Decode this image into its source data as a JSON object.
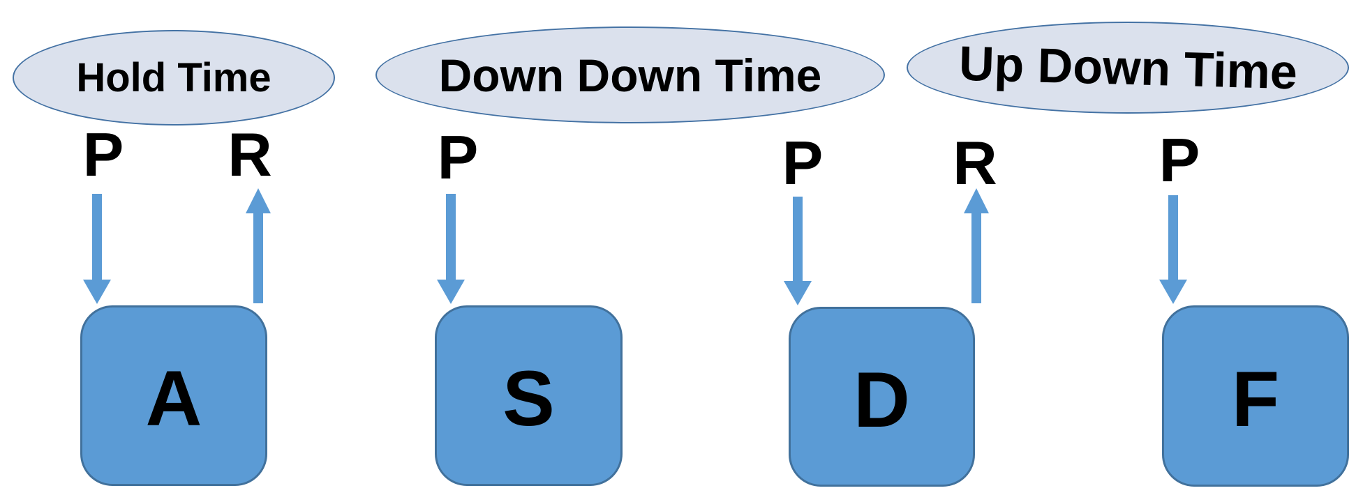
{
  "ellipses": [
    {
      "name": "hold-time",
      "label": "Hold Time"
    },
    {
      "name": "down-down-time",
      "label": "Down Down Time"
    },
    {
      "name": "up-down-time",
      "label": "Up Down Time"
    }
  ],
  "keys": [
    {
      "name": "key-a",
      "label": "A"
    },
    {
      "name": "key-s",
      "label": "S"
    },
    {
      "name": "key-d",
      "label": "D"
    },
    {
      "name": "key-f",
      "label": "F"
    }
  ],
  "markers": [
    {
      "type": "press",
      "label": "P",
      "key": "A"
    },
    {
      "type": "release",
      "label": "R",
      "key": "A"
    },
    {
      "type": "press",
      "label": "P",
      "key": "S"
    },
    {
      "type": "press",
      "label": "P",
      "key": "D"
    },
    {
      "type": "release",
      "label": "R",
      "key": "D"
    },
    {
      "type": "press",
      "label": "P",
      "key": "F"
    }
  ],
  "colors": {
    "background": "#ffffff",
    "key_fill": "#5b9bd5",
    "key_border": "#41719c",
    "ellipse_fill": "#dbe1ed",
    "ellipse_border": "#4472a4",
    "arrow": "#5b9bd5",
    "label_text": "#000000"
  }
}
